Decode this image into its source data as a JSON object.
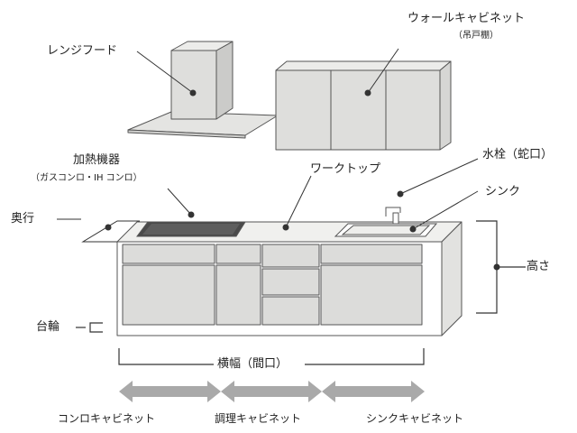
{
  "labels": {
    "range_hood": "レンジフード",
    "wall_cabinet": "ウォールキャビネット",
    "wall_cabinet_sub": "（吊戸棚）",
    "heating_appliance": "加熱機器",
    "heating_appliance_sub": "（ガスコンロ・IH コンロ）",
    "worktop": "ワークトップ",
    "faucet": "水栓（蛇口）",
    "sink": "シンク",
    "depth": "奥行",
    "height": "高さ",
    "caster": "台輪",
    "width": "横幅（間口）",
    "stove_cabinet": "コンロキャビネット",
    "prep_cabinet": "調理キャビネット",
    "sink_cabinet": "シンクキャビネット"
  }
}
